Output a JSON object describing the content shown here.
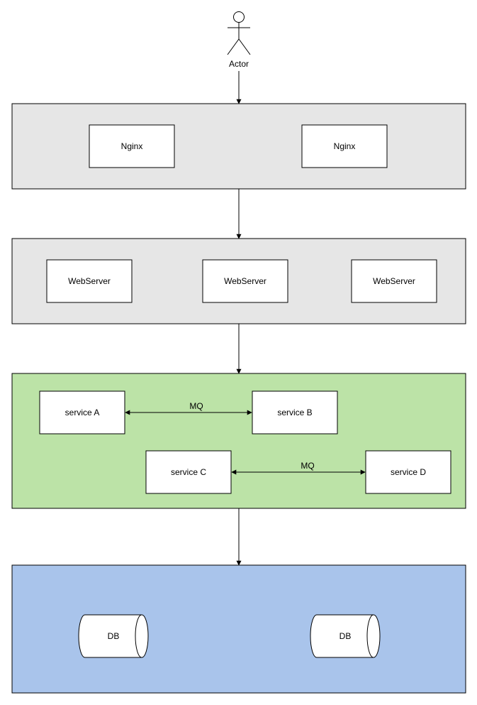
{
  "actor": {
    "label": "Actor"
  },
  "colors": {
    "gateway_layer": "#e6e6e6",
    "web_layer": "#e6e6e6",
    "service_layer": "#bce3a7",
    "data_layer": "#a9c4eb",
    "box": "#ffffff",
    "stroke": "#000000"
  },
  "gateway": {
    "nodes": [
      {
        "label": "Nginx"
      },
      {
        "label": "Nginx"
      }
    ]
  },
  "web": {
    "nodes": [
      {
        "label": "WebServer"
      },
      {
        "label": "WebServer"
      },
      {
        "label": "WebServer"
      }
    ]
  },
  "services": {
    "nodes": [
      {
        "label": "service A"
      },
      {
        "label": "service B"
      },
      {
        "label": "service C"
      },
      {
        "label": "service D"
      }
    ],
    "links": [
      {
        "from": "service A",
        "to": "service B",
        "label": "MQ"
      },
      {
        "from": "service C",
        "to": "service D",
        "label": "MQ"
      }
    ]
  },
  "data": {
    "nodes": [
      {
        "label": "DB"
      },
      {
        "label": "DB"
      }
    ]
  }
}
